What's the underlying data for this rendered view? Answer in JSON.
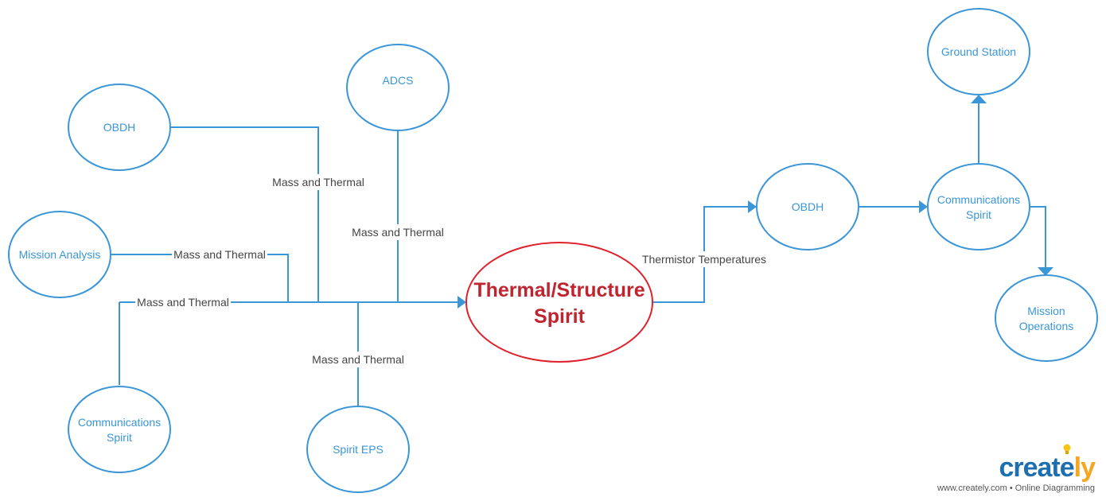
{
  "diagram": {
    "nodes": {
      "obdh_left": {
        "lines": [
          "OBDH"
        ]
      },
      "adcs": {
        "lines": [
          "ADCS"
        ]
      },
      "mission_analysis": {
        "lines": [
          "Mission Analysis"
        ]
      },
      "comms_left": {
        "lines": [
          "Communications",
          "Spirit"
        ]
      },
      "spirit_eps": {
        "lines": [
          "Spirit EPS"
        ]
      },
      "thermal_structure": {
        "lines": [
          "Thermal/Structure",
          "Spirit"
        ]
      },
      "obdh_right": {
        "lines": [
          "OBDH"
        ]
      },
      "comms_right": {
        "lines": [
          "Communications",
          "Spirit"
        ]
      },
      "ground_station": {
        "lines": [
          "Ground Station"
        ]
      },
      "mission_operations": {
        "lines": [
          "Mission",
          "Operations"
        ]
      }
    },
    "edge_labels": {
      "obdh_left": "Mass and Thermal",
      "adcs": "Mass and Thermal",
      "mission_analysis": "Mass and Thermal",
      "comms_left": "Mass and Thermal",
      "spirit_eps": "Mass and Thermal",
      "thermistor": "Thermistor Temperatures"
    },
    "colors": {
      "node_stroke": "#3a96d6",
      "center_stroke": "#e0202a",
      "center_text": "#c0242f",
      "label_text": "#444444"
    }
  },
  "brand": {
    "name_main": "create",
    "name_accent": "ly",
    "tagline": "www.creately.com • Online Diagramming",
    "icon": "lightbulb-icon"
  }
}
